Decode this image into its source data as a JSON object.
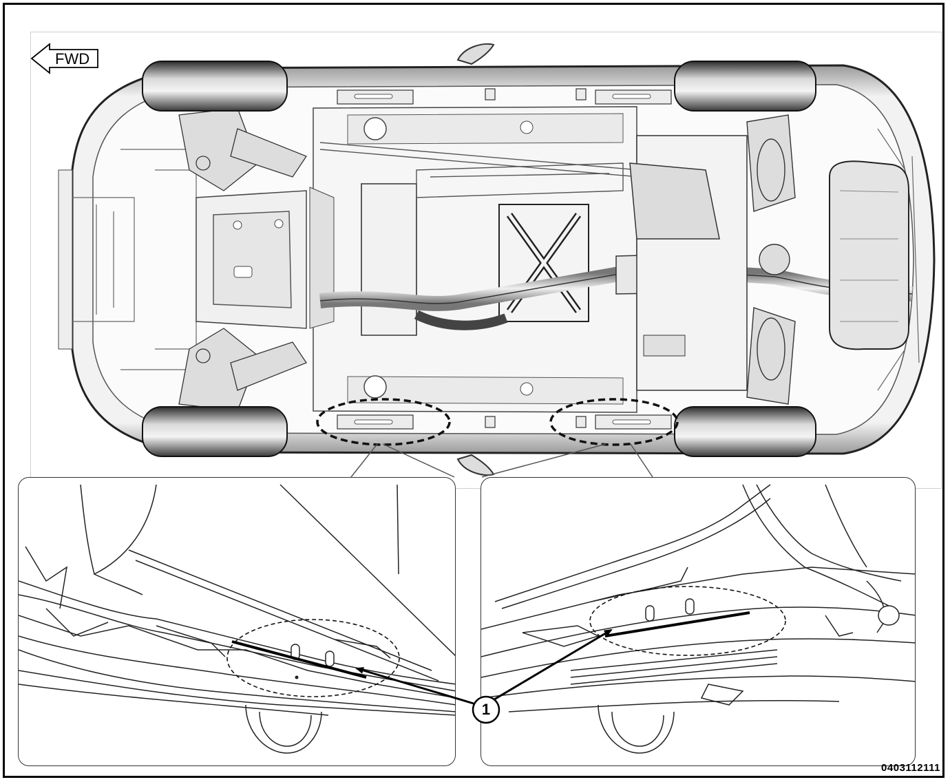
{
  "direction_label": "FWD",
  "callout": {
    "number": "1"
  },
  "figure_id": "0403112111"
}
